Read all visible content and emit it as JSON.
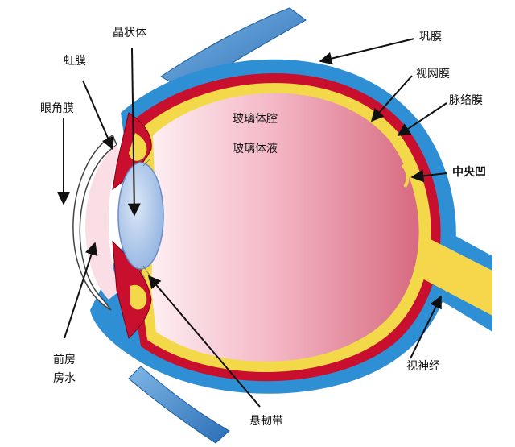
{
  "diagram": {
    "labels": {
      "sclera": "巩膜",
      "retina": "视网膜",
      "choroid": "脉络膜",
      "fovea": "中央凹",
      "optic_nerve": "视神经",
      "zonule": "悬韧带",
      "anterior_chamber": "前房",
      "aqueous_humor": "房水",
      "cornea": "眼角膜",
      "iris": "虹膜",
      "lens": "晶状体",
      "vitreous_cavity": "玻璃体腔",
      "vitreous_humor": "玻璃体液"
    },
    "colors": {
      "sclera": "#2f8fd4",
      "choroid": "#c8102e",
      "retina": "#f3d94a",
      "vitreous_light": "#fde8ee",
      "vitreous_dark": "#d7687f",
      "lens": "#a9c6ec",
      "optic_nerve": "#f6d64a",
      "muscle": "#3f87cc"
    }
  }
}
